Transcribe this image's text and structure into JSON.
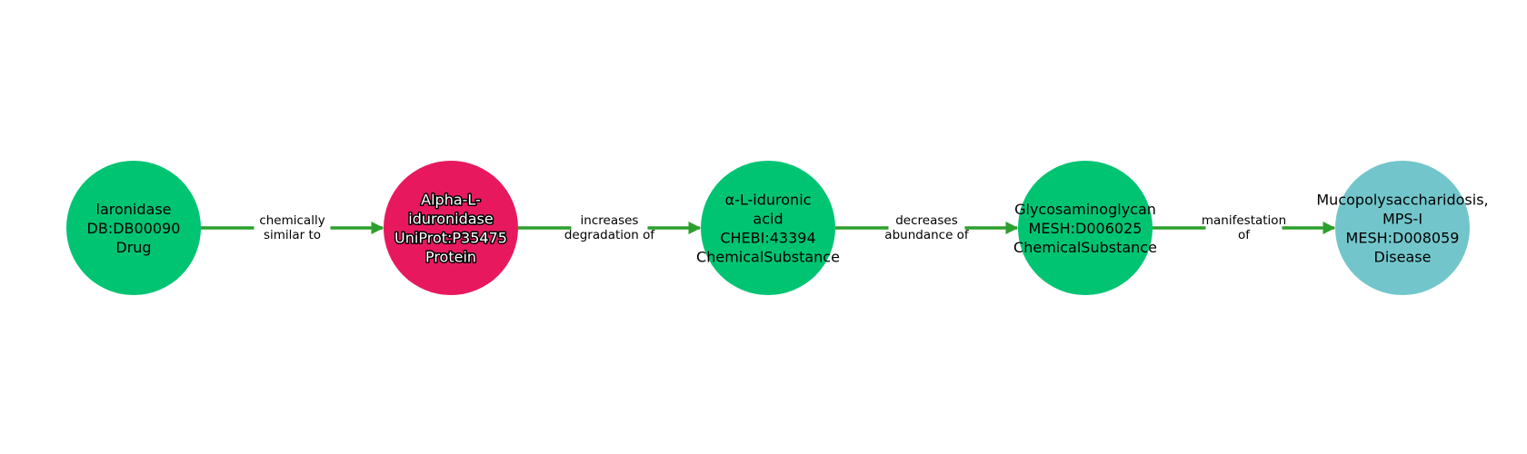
{
  "colors": {
    "edge": "#2ca02c",
    "drug": "#00c472",
    "protein": "#e8185f",
    "chemical": "#00c472",
    "disease": "#72c6cb"
  },
  "nodes": [
    {
      "id": "n1",
      "lines": [
        "laronidase",
        "DB:DB00090",
        "Drug"
      ],
      "category": "Drug",
      "color": "#00c472",
      "text_color": "#000000",
      "halo": false
    },
    {
      "id": "n2",
      "lines": [
        "Alpha-L-",
        "iduronidase",
        "UniProt:P35475",
        "Protein"
      ],
      "category": "Protein",
      "color": "#e8185f",
      "text_color": "#ffffff",
      "halo": true
    },
    {
      "id": "n3",
      "lines": [
        "α-L-iduronic",
        "acid",
        "CHEBI:43394",
        "ChemicalSubstance"
      ],
      "category": "ChemicalSubstance",
      "color": "#00c472",
      "text_color": "#000000",
      "halo": false
    },
    {
      "id": "n4",
      "lines": [
        "Glycosaminoglycan",
        "MESH:D006025",
        "ChemicalSubstance"
      ],
      "category": "ChemicalSubstance",
      "color": "#00c472",
      "text_color": "#000000",
      "halo": false
    },
    {
      "id": "n5",
      "lines": [
        "Mucopolysaccharidosis,",
        "MPS-I",
        "MESH:D008059",
        "Disease"
      ],
      "category": "Disease",
      "color": "#72c6cb",
      "text_color": "#000000",
      "halo": false
    }
  ],
  "edges": [
    {
      "from": "n1",
      "to": "n2",
      "lines": [
        "chemically",
        "similar to"
      ]
    },
    {
      "from": "n2",
      "to": "n3",
      "lines": [
        "increases",
        "degradation of"
      ]
    },
    {
      "from": "n3",
      "to": "n4",
      "lines": [
        "decreases",
        "abundance of"
      ]
    },
    {
      "from": "n4",
      "to": "n5",
      "lines": [
        "manifestation",
        "of"
      ]
    }
  ]
}
